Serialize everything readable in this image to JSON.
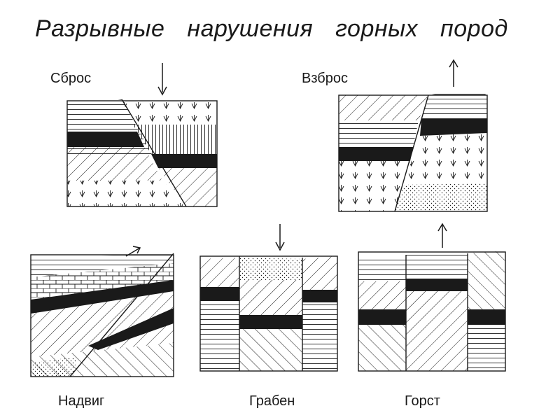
{
  "title": "Разрывные нарушения горных пород",
  "diagrams": [
    {
      "id": "sbros",
      "label": "Сброс",
      "arrow": "down"
    },
    {
      "id": "vzbros",
      "label": "Взброс",
      "arrow": "up"
    },
    {
      "id": "nadvig",
      "label": "Надвиг",
      "arrow": "diagonal-up"
    },
    {
      "id": "graben",
      "label": "Грабен",
      "arrow": "down"
    },
    {
      "id": "gorst",
      "label": "Горст",
      "arrow": "up"
    }
  ],
  "colors": {
    "ink": "#1a1a1a",
    "background": "#ffffff"
  }
}
